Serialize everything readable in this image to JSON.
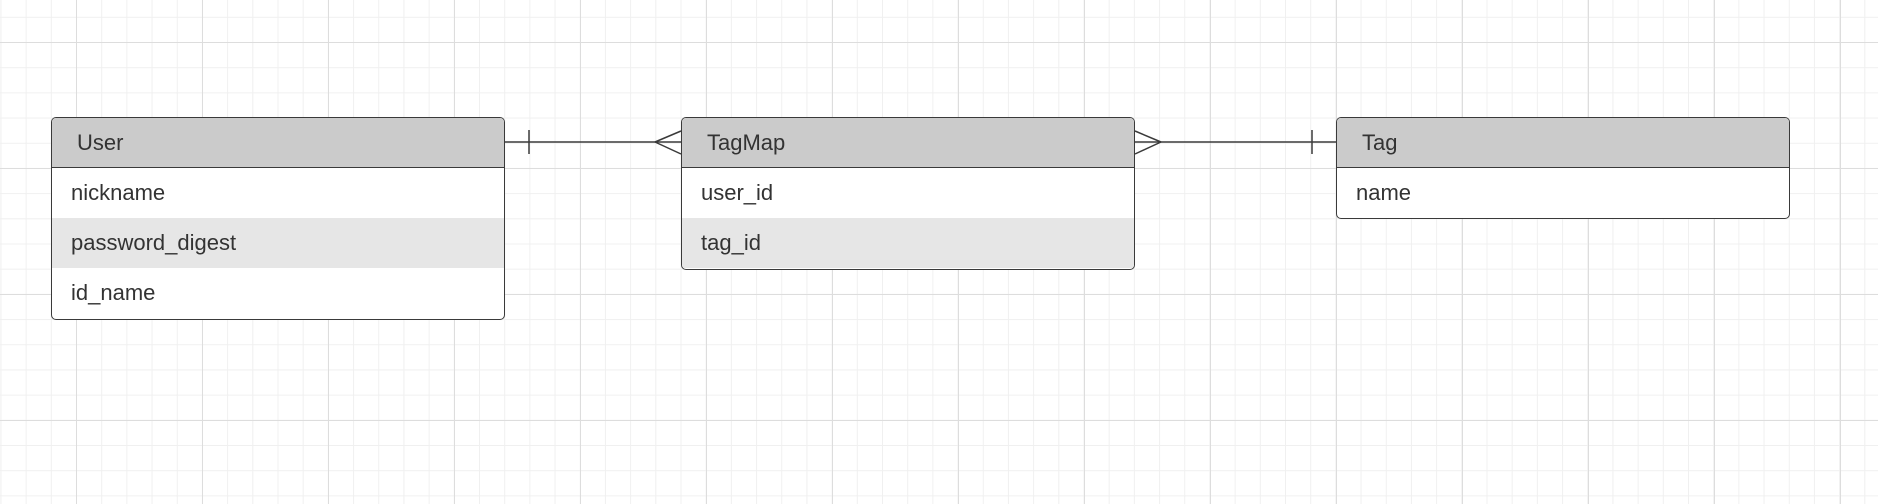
{
  "diagram": {
    "entities": [
      {
        "id": "user",
        "title": "User",
        "fields": [
          "nickname",
          "password_digest",
          "id_name"
        ]
      },
      {
        "id": "tagmap",
        "title": "TagMap",
        "fields": [
          "user_id",
          "tag_id"
        ]
      },
      {
        "id": "tag",
        "title": "Tag",
        "fields": [
          "name"
        ]
      }
    ],
    "relationships": [
      {
        "from": "User",
        "to": "TagMap",
        "from_cardinality": "one",
        "to_cardinality": "many"
      },
      {
        "from": "TagMap",
        "to": "Tag",
        "from_cardinality": "many",
        "to_cardinality": "one"
      }
    ],
    "colors": {
      "header_fill": "#cbcbcb",
      "alt_row_fill": "#e6e6e6",
      "border": "#3a3a3a",
      "text": "#333333"
    }
  }
}
